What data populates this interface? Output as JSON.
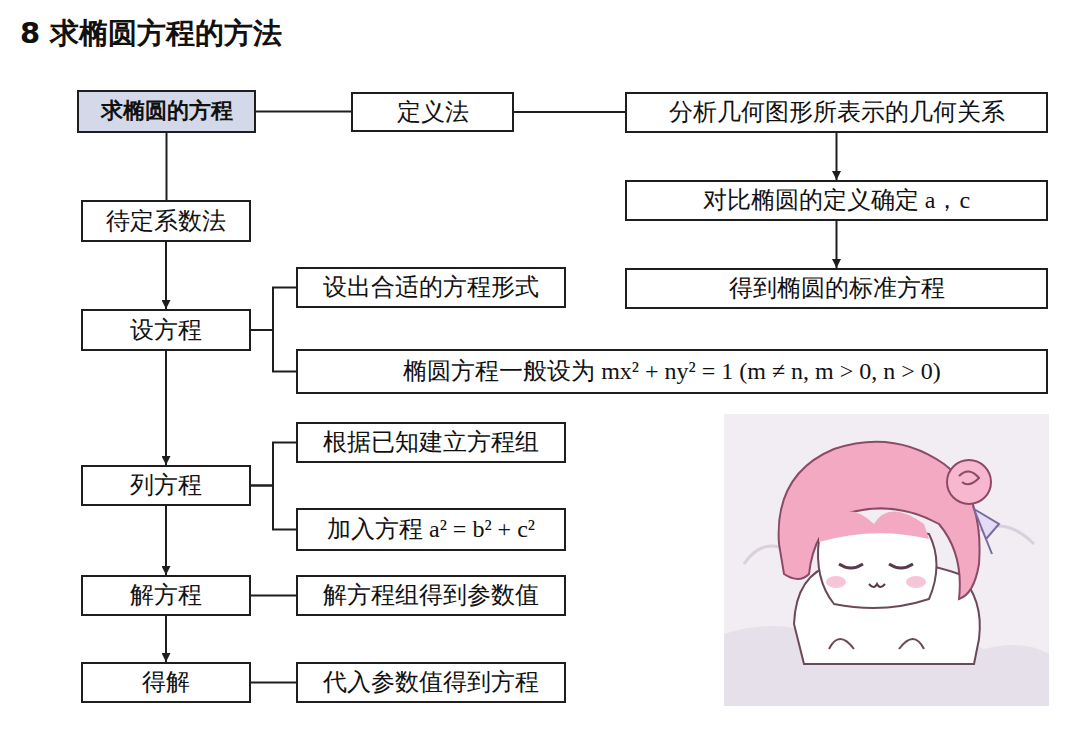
{
  "diagram": {
    "title": "8 求椭圆方程的方法",
    "nodes": [
      {
        "text": [
          "求椭圆的方程"
        ]
      },
      {
        "text": [
          "定义法"
        ]
      },
      {
        "text": [
          "分析几何图形所表示的几何关系"
        ]
      },
      {
        "text": [
          "对比椭圆的定义确定 a，c"
        ]
      },
      {
        "text": [
          "得到椭圆的标准方程"
        ]
      },
      {
        "text": [
          "待定系数法"
        ]
      },
      {
        "text": [
          "设方程"
        ]
      },
      {
        "text": [
          "设出合适的方程形式"
        ]
      },
      {
        "text": [
          "椭圆方程一般设为 mx² + ny² = 1 (m ≠ n, m > 0, n > 0)"
        ]
      },
      {
        "text": [
          "列方程"
        ]
      },
      {
        "text": [
          "根据已知建立方程组"
        ]
      },
      {
        "text": [
          "加入方程 a² = b² + c²"
        ]
      },
      {
        "text": [
          "解方程"
        ]
      },
      {
        "text": [
          "解方程组得到参数值"
        ]
      },
      {
        "text": [
          "得解"
        ]
      },
      {
        "text": [
          "代入参数值得到方程"
        ]
      }
    ],
    "edges": [
      {
        "from": 0,
        "to": 1,
        "arrow": "none"
      },
      {
        "from": 1,
        "to": 2,
        "arrow": "none"
      },
      {
        "from": 2,
        "to": 3,
        "arrow": "to"
      },
      {
        "from": 3,
        "to": 4,
        "arrow": "to"
      },
      {
        "from": 0,
        "to": 5,
        "arrow": "none"
      },
      {
        "from": 5,
        "to": 6,
        "arrow": "to"
      },
      {
        "from": 6,
        "to": 7,
        "arrow": "none"
      },
      {
        "from": 6,
        "to": 8,
        "arrow": "none"
      },
      {
        "from": 6,
        "to": 9,
        "arrow": "to"
      },
      {
        "from": 9,
        "to": 10,
        "arrow": "none"
      },
      {
        "from": 9,
        "to": 11,
        "arrow": "none"
      },
      {
        "from": 9,
        "to": 12,
        "arrow": "to"
      },
      {
        "from": 12,
        "to": 13,
        "arrow": "none"
      },
      {
        "from": 12,
        "to": 14,
        "arrow": "to"
      },
      {
        "from": 14,
        "to": 15,
        "arrow": "none"
      }
    ]
  }
}
